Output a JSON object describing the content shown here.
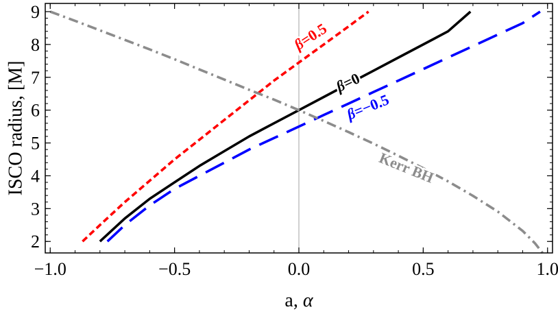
{
  "chart_data": {
    "type": "line",
    "title": "",
    "xlabel_main": "a, ",
    "xlabel_greek": "α",
    "ylabel": "ISCO radius, [M]",
    "xlim": [
      -1.02,
      1.02
    ],
    "ylim": [
      1.65,
      9.25
    ],
    "xticks": [
      -1.0,
      -0.5,
      0.0,
      0.5,
      1.0
    ],
    "xtick_labels": [
      "−1.0",
      "−0.5",
      "0.0",
      "0.5",
      "1.0"
    ],
    "yticks": [
      2,
      3,
      4,
      5,
      6,
      7,
      8,
      9
    ],
    "ytick_labels": [
      "2",
      "3",
      "4",
      "5",
      "6",
      "7",
      "8",
      "9"
    ],
    "grid": false,
    "vertical_reference_line_x": 0.0,
    "series": [
      {
        "name": "β=0.5",
        "color": "#ff0000",
        "dash": "short-dash",
        "label_at": [
          0.05,
          8.2
        ],
        "label_angle_deg": -33,
        "x": [
          -0.87,
          -0.8,
          -0.7,
          -0.6,
          -0.5,
          -0.4,
          -0.3,
          -0.2,
          -0.1,
          0.0,
          0.1,
          0.2,
          0.28
        ],
        "y": [
          2.0,
          2.5,
          3.2,
          3.85,
          4.5,
          5.1,
          5.7,
          6.3,
          6.9,
          7.45,
          8.0,
          8.55,
          9.0
        ]
      },
      {
        "name": "β=0",
        "color": "#000000",
        "dash": "solid",
        "label_at": [
          0.2,
          6.8
        ],
        "label_angle_deg": -25,
        "x": [
          -0.8,
          -0.7,
          -0.6,
          -0.5,
          -0.4,
          -0.3,
          -0.2,
          -0.1,
          0.0,
          0.1,
          0.2,
          0.3,
          0.4,
          0.5,
          0.6,
          0.69
        ],
        "y": [
          2.0,
          2.7,
          3.3,
          3.8,
          4.3,
          4.75,
          5.2,
          5.6,
          6.0,
          6.4,
          6.8,
          7.2,
          7.6,
          8.0,
          8.4,
          9.0
        ]
      },
      {
        "name": "β=−0.5",
        "color": "#0000ff",
        "dash": "long-dash",
        "label_at": [
          0.28,
          6.05
        ],
        "label_angle_deg": -22,
        "x": [
          -0.77,
          -0.7,
          -0.6,
          -0.5,
          -0.4,
          -0.3,
          -0.2,
          -0.1,
          0.0,
          0.1,
          0.2,
          0.3,
          0.4,
          0.5,
          0.6,
          0.7,
          0.8,
          0.9,
          0.97
        ],
        "y": [
          2.0,
          2.5,
          3.1,
          3.6,
          4.0,
          4.4,
          4.8,
          5.15,
          5.5,
          5.85,
          6.2,
          6.55,
          6.9,
          7.25,
          7.6,
          7.95,
          8.3,
          8.65,
          9.0
        ]
      },
      {
        "name": "Kerr BH",
        "color": "#8c8c8c",
        "dash": "dash-dot",
        "label_at": [
          0.43,
          4.2
        ],
        "label_angle_deg": 22,
        "x": [
          -1.0,
          -0.9,
          -0.8,
          -0.7,
          -0.6,
          -0.5,
          -0.4,
          -0.3,
          -0.2,
          -0.1,
          0.0,
          0.1,
          0.2,
          0.3,
          0.4,
          0.5,
          0.6,
          0.7,
          0.8,
          0.9,
          0.95,
          0.98
        ],
        "y": [
          9.0,
          8.72,
          8.43,
          8.14,
          7.85,
          7.55,
          7.24,
          6.93,
          6.62,
          6.32,
          6.0,
          5.67,
          5.33,
          4.98,
          4.61,
          4.23,
          3.83,
          3.39,
          2.91,
          2.32,
          1.94,
          1.65
        ]
      }
    ]
  }
}
